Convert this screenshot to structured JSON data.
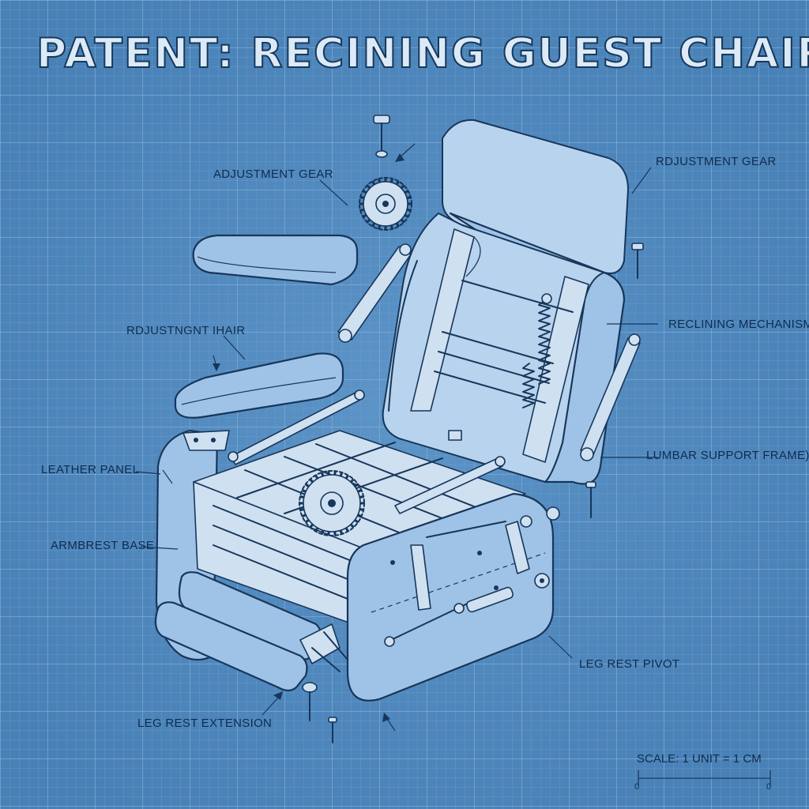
{
  "title": "PATENT: RECINING GUEST CHAIR",
  "labels": {
    "adjustment_gear_left": "ADJUSTMENT GEAR",
    "adjustment_gear_right": "RDJUSTMENT GEAR",
    "adjustment_chair": "RDJUSTNGNT IHAIR",
    "reclining_mechanism": "RECLINING MECHANISM",
    "lumbar_support_frame": "LUMBAR SUPPORT FRAME)",
    "leather_panel": "LEATHER PANEL",
    "armrest_base": "ARMBREST BASE",
    "leg_rest_pivot": "LEG REST PIVOT",
    "leg_rest_extension": "LEG REST EXTENSION"
  },
  "scale": {
    "text": "SCALE:  1 UNIT = 1 CM",
    "left_mark": "0",
    "right_mark": "0"
  },
  "colors": {
    "background": "#4f88bd",
    "grid_line": "#7fabd6",
    "ink": "#17365a",
    "title_fill": "#dceaf7"
  }
}
